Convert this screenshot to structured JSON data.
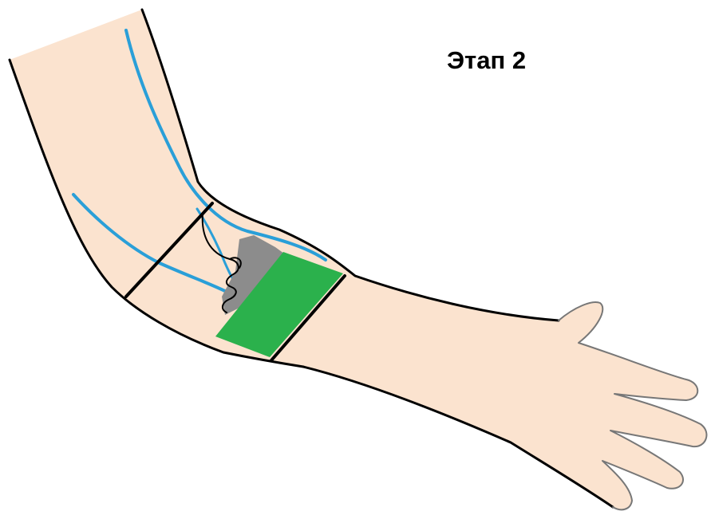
{
  "title": "Этап 2",
  "colors": {
    "skin": "#fbe3cf",
    "outline": "#000000",
    "vein": "#2a9fd8",
    "bandage": "#2bb14c",
    "device": "#8c8c8c",
    "background": "#ffffff"
  },
  "illustration": {
    "subject": "arm",
    "parts": [
      "upper-arm",
      "elbow",
      "forearm",
      "hand"
    ],
    "features": [
      "vein",
      "band-boundary",
      "green-bandage",
      "gray-device",
      "catheter-line"
    ]
  }
}
